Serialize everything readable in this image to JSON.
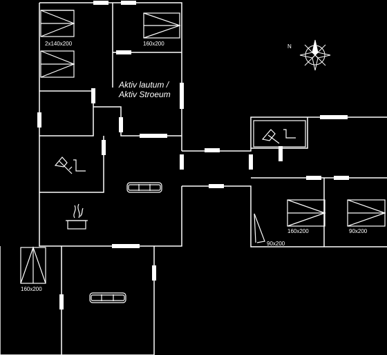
{
  "colors": {
    "background": "#000000",
    "wall": "#ffffff",
    "opening": "#ffffff"
  },
  "room_label": {
    "line1": "Aktiv lautum /",
    "line2": "Aktiv Stroeum"
  },
  "bed_labels": {
    "bed_top_left": "2x140x200",
    "bed_top_mid": "160x200",
    "bed_right_1": "160x200",
    "bed_right_2": "90x200",
    "bed_right_small": "90x200",
    "bed_bottom_left": "160x200"
  },
  "icons": [
    "compass-icon",
    "kitchen-sink-icon",
    "sofa-icon",
    "fireplace-icon",
    "bed-icon"
  ],
  "compass": {
    "north_label": "N"
  }
}
